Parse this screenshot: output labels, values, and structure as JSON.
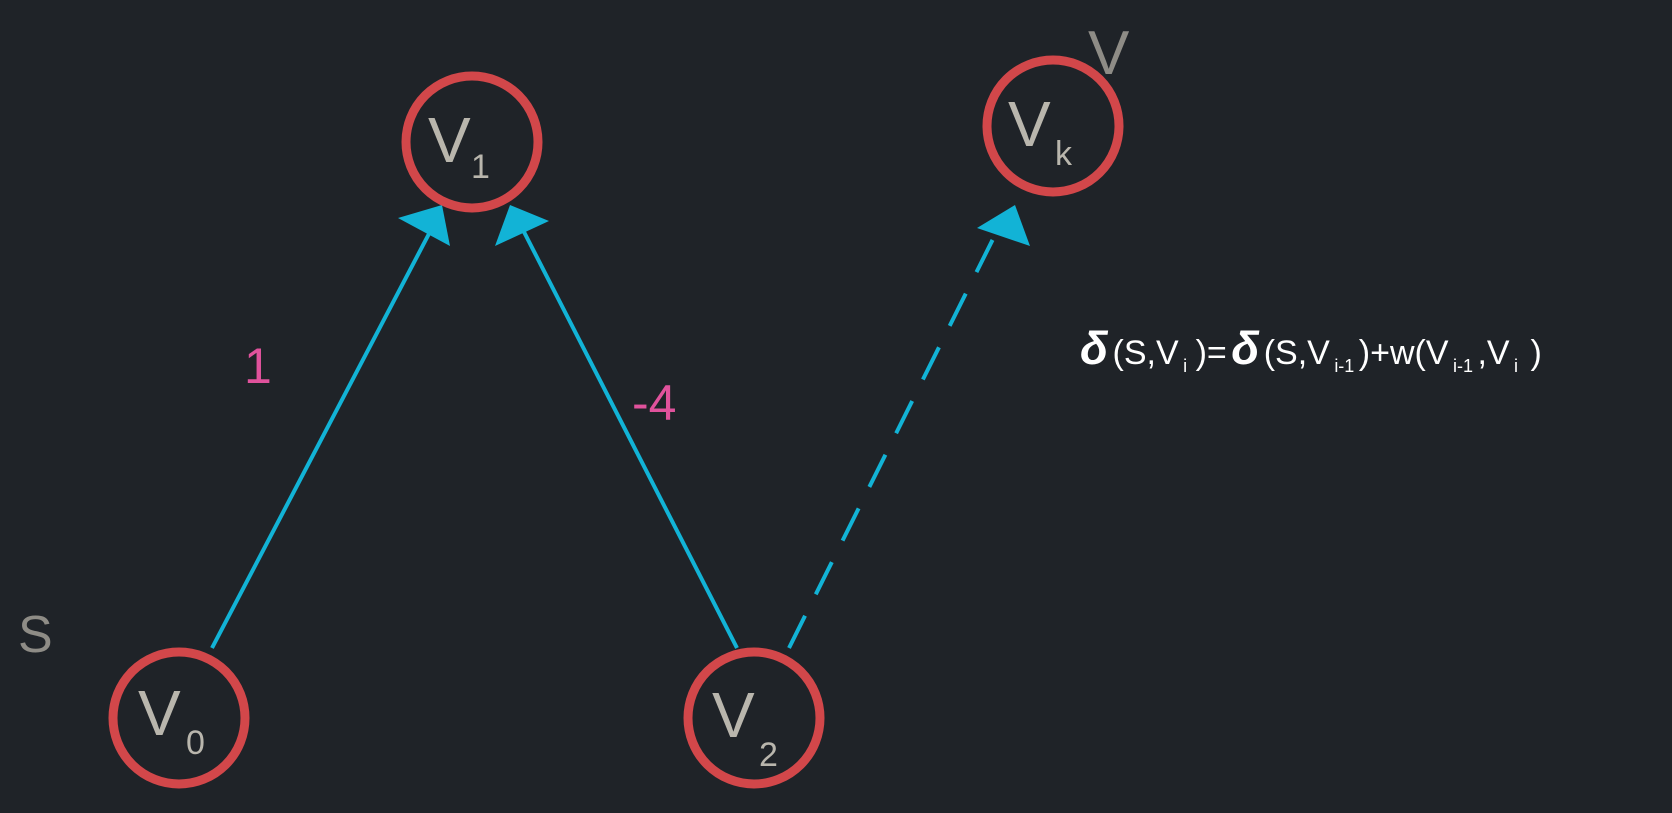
{
  "colors": {
    "background": "#1f2328",
    "node_stroke": "#d2474a",
    "node_text": "#b9b6ad",
    "edge": "#12b3d6",
    "weight_text": "#e0529c",
    "side_label": "#8e8c86",
    "formula_text": "#ffffff"
  },
  "nodes": {
    "v0": {
      "letter": "V",
      "sub": "0"
    },
    "v1": {
      "letter": "V",
      "sub": "1"
    },
    "v2": {
      "letter": "V",
      "sub": "2"
    },
    "vk": {
      "letter": "V",
      "sub": "k"
    }
  },
  "side_labels": {
    "source": "S",
    "target": "V"
  },
  "edges": {
    "v0_v1": {
      "weight": "1",
      "style": "solid"
    },
    "v2_v1": {
      "weight": "-4",
      "style": "solid"
    },
    "v2_vk": {
      "weight": "",
      "style": "dashed"
    }
  },
  "formula": {
    "delta": "δ",
    "lhs_open": "(S,V",
    "lhs_sub": "i",
    "lhs_close": ")=",
    "rhs1_open": "(S,V",
    "rhs1_sub": "i-1",
    "rhs1_close": ")+w(V",
    "rhs2_sub": "i-1",
    "rhs2_mid": ",V",
    "rhs3_sub": "i",
    "rhs3_close": ")"
  }
}
